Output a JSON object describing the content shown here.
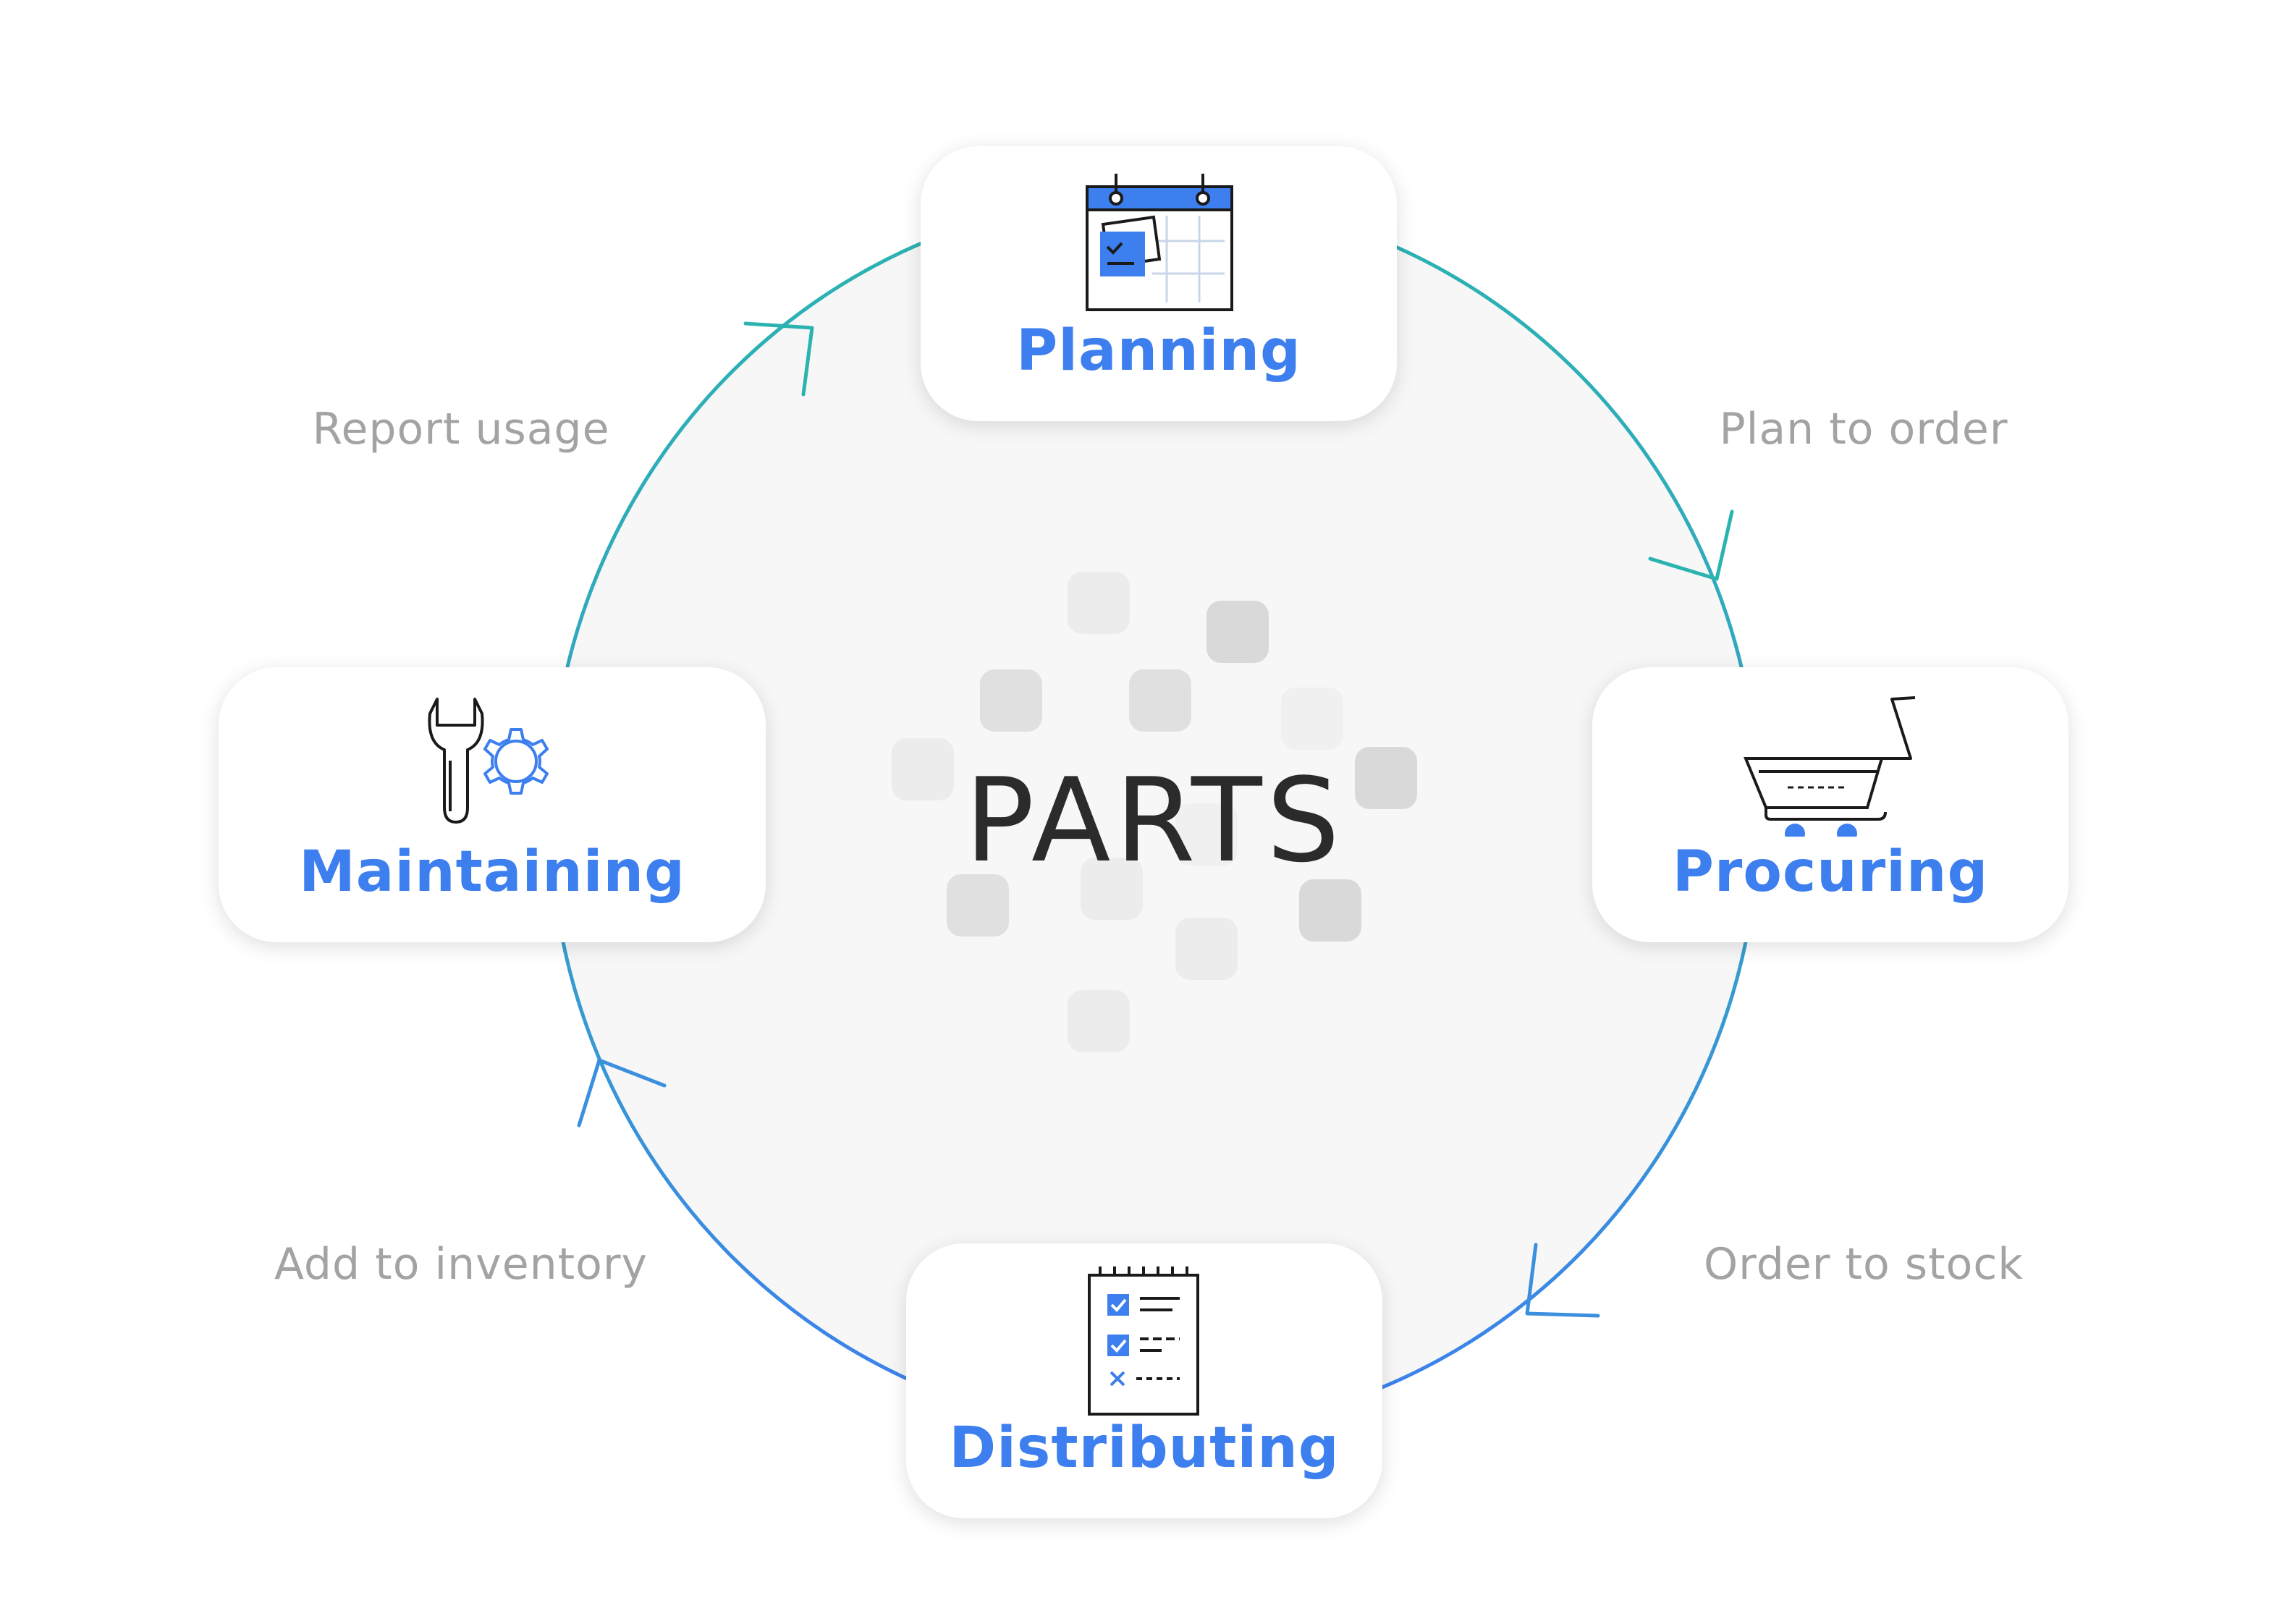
{
  "center": {
    "title": "PARTS"
  },
  "stages": {
    "planning": "Planning",
    "procuring": "Procuring",
    "distributing": "Distributing",
    "maintaining": "Maintaining"
  },
  "transitions": {
    "plan_to_order": "Plan to order",
    "order_to_stock": "Order to stock",
    "add_to_inventory": "Add to inventory",
    "report_usage": "Report usage"
  },
  "icons": {
    "planning": "calendar-icon",
    "procuring": "shopping-cart-icon",
    "distributing": "checklist-icon",
    "maintaining": "wrench-gear-icon"
  },
  "colors": {
    "accent": "#3d7fee",
    "cycle_top": "#2bb3b0",
    "cycle_bottom": "#3d7fee",
    "circle_fill": "#f7f7f7",
    "edge_text": "#a3a3a3"
  }
}
